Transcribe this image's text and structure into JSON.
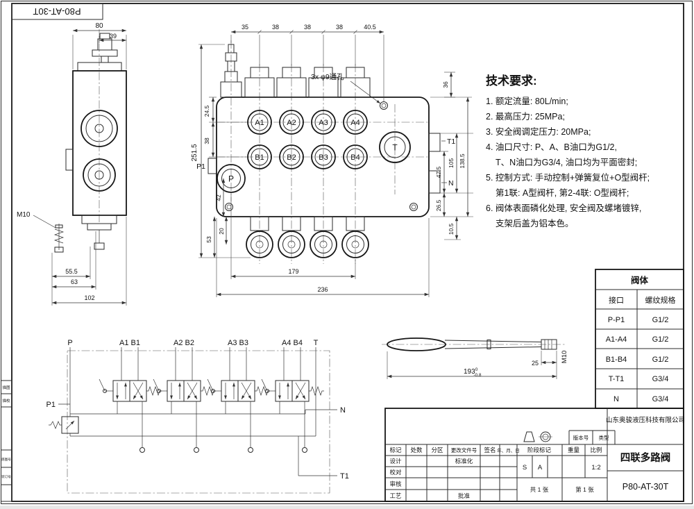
{
  "frame": {
    "corner_model": "P80-AT-30T",
    "margin_labels": [
      "描图",
      "描校",
      "底图号",
      "装订号"
    ]
  },
  "tech": {
    "title": "技术要求:",
    "lines": [
      "1. 额定流量: 80L/min;",
      "2. 最高压力: 25MPa;",
      "3. 安全阀调定压力: 20MPa;",
      "4. 油口尺寸: P、A、B油口为G1/2,",
      "T、N油口为G3/4, 油口均为平面密封;",
      "5. 控制方式: 手动控制+弹簧复位+O型阀杆;",
      "第1联: A型阀杆, 第2-4联: O型阀杆;",
      "6. 阀体表面磷化处理, 安全阀及螺堵镀锌,",
      "支架后盖为铝本色。"
    ]
  },
  "side_view": {
    "dim_80": "80",
    "dim_39": "39",
    "m10": "M10",
    "dim_555": "55.5",
    "dim_63": "63",
    "dim_102": "102"
  },
  "front_view": {
    "dims_top": [
      "35",
      "38",
      "38",
      "38",
      "40.5"
    ],
    "holes_note": "3x φ9通孔",
    "ports_a": [
      "A1",
      "A2",
      "A3",
      "A4"
    ],
    "ports_b": [
      "B1",
      "B2",
      "B3",
      "B4"
    ],
    "port_p": "P",
    "port_t": "T",
    "label_t1": "T1",
    "label_n": "N",
    "label_p1": "P1",
    "dim_36": "36",
    "dim_245": "24.5",
    "dim_38": "38",
    "dim_2515": "251.5",
    "dim_42": "42",
    "dim_20": "20",
    "dim_53": "53",
    "dim_105": "105",
    "dim_475": "47.5",
    "dim_265": "26.5",
    "dim_1385": "138.5",
    "dim_105b": "10.5",
    "dim_179": "179",
    "dim_236": "236"
  },
  "schematic": {
    "top_labels": [
      "P",
      "A1 B1",
      "A2 B2",
      "A3 B3",
      "A4 B4",
      "T"
    ],
    "label_p1": "P1",
    "label_n": "N",
    "label_t1": "T1"
  },
  "handle": {
    "dim_193": "193",
    "tol_hi": "0",
    "tol_lo": "-0.8",
    "dim_25": "25",
    "m10": "M10"
  },
  "spec_table": {
    "title": "阀体",
    "col_port": "接口",
    "col_thread": "螺纹规格",
    "rows": [
      {
        "port": "P-P1",
        "thread": "G1/2"
      },
      {
        "port": "A1-A4",
        "thread": "G1/2"
      },
      {
        "port": "B1-B4",
        "thread": "G1/2"
      },
      {
        "port": "T-T1",
        "thread": "G3/4"
      },
      {
        "port": "N",
        "thread": "G3/4"
      }
    ]
  },
  "title_block": {
    "company": "山东奥骏液压科技有限公司",
    "product": "四联多路阀",
    "model": "P80-AT-30T",
    "version_label": "版本号",
    "type_label": "类型",
    "row1": [
      "标记",
      "处数",
      "分区",
      "更改文件号",
      "签名",
      "年、月、日"
    ],
    "design": "设计",
    "standard": "标准化",
    "check": "校对",
    "audit": "审核",
    "process": "工艺",
    "approve": "批准",
    "stage_label": "阶段标记",
    "weight_label": "重量",
    "scale_label": "比例",
    "stage_s": "S",
    "stage_a": "A",
    "scale_value": "1:2",
    "sheet_total": "共 1 张",
    "sheet_no": "第 1 张"
  }
}
